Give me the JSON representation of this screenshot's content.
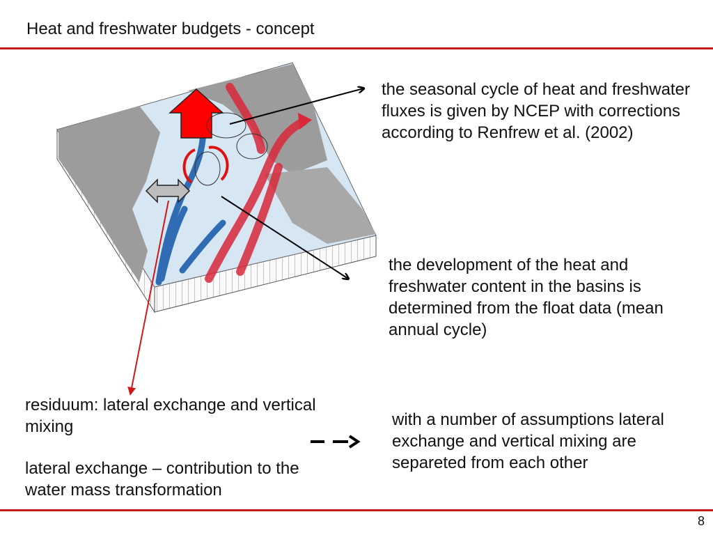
{
  "slide": {
    "title": "Heat and freshwater budgets - concept",
    "page_number": "8"
  },
  "annotations": {
    "fluxes": "the seasonal cycle of heat and freshwater fluxes is given by NCEP with corrections according to Renfrew et al. (2002)",
    "content": "the development of the heat and freshwater content in the basins is determined from the float data (mean annual cycle)",
    "residuum": "residuum: lateral exchange and vertical mixing",
    "lateral": "lateral exchange – contribution to the water mass transformation",
    "assumptions": "with a number of assumptions lateral exchange and vertical mixing are separeted from each other"
  },
  "colors": {
    "accent_rule": "#c21a1a",
    "warm_current": "#d8283a",
    "cold_current": "#1f5fae",
    "land": "#9a9a9a",
    "ocean": "#cfe3f3"
  }
}
